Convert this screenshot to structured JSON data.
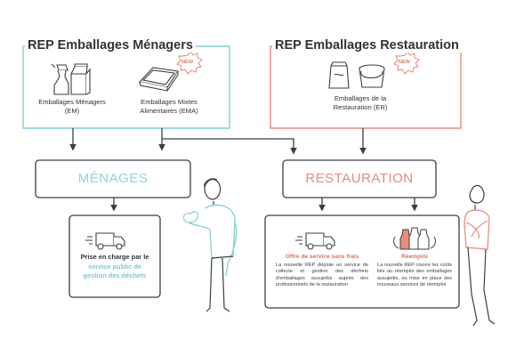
{
  "menagers": {
    "title": "REP Emballages Ménagers",
    "em_label_1": "Emballages Ménagers",
    "em_label_2": "(EM)",
    "ema_label_1": "Emballages Mixtes",
    "ema_label_2": "Alimentaires (EMA)",
    "new_badge": "NEW",
    "accent": "#7fd0d6"
  },
  "restauration": {
    "title": "REP Emballages Restauration",
    "er_label_1": "Emballages de la",
    "er_label_2": "Restauration (ER)",
    "new_badge": "NEW",
    "accent": "#ea8c7c"
  },
  "menages_box": {
    "label": "MÉNAGES",
    "text_1": "Prise en charge par le",
    "text_2": "service public de",
    "text_3": "gestion des déchets"
  },
  "restauration_box": {
    "label": "RESTAURATION",
    "offre_title": "Offre de service sans frais",
    "offre_text": "La nouvelle REP déploie un service de collecte et gestion des déchets d'emballages assujettis auprès des professionnels de la restauration",
    "reemploi_title": "Réemploi",
    "reemploi_text": "La nouvelle REP couvre les coûts liés au réemploi des emballages assujettis, ou mise en place des nouveaux services de réemploi"
  },
  "colors": {
    "line": "#3a3e44",
    "teal": "#7fd0d6",
    "teal_text": "#8fd3d9",
    "salmon": "#ea8c7c",
    "salmon_text": "#e88a78",
    "new_badge": "#e27a6a"
  },
  "icons": [
    "spray-bottle-icon",
    "milk-carton-icon",
    "food-tray-icon",
    "takeaway-bag-icon",
    "bucket-icon",
    "delivery-truck-icon",
    "reusable-bottles-icon"
  ]
}
